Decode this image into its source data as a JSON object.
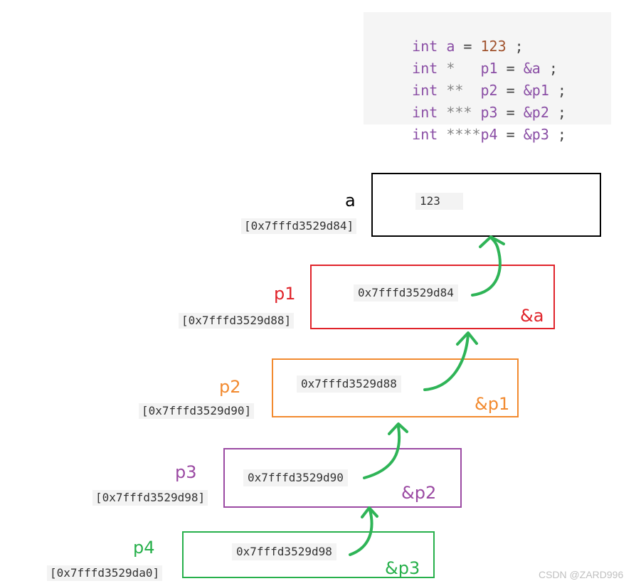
{
  "code": {
    "lines": [
      {
        "kw": "int",
        "ptr": "",
        "sep": " ",
        "var": "a",
        "eq": " = ",
        "rhs": "123",
        "end": " ;"
      },
      {
        "kw": "int",
        "ptr": " *   ",
        "sep": "",
        "var": "p1",
        "eq": " = ",
        "rhs": "&a",
        "end": " ;"
      },
      {
        "kw": "int",
        "ptr": " **  ",
        "sep": "",
        "var": "p2",
        "eq": " = ",
        "rhs": "&p1",
        "end": " ;"
      },
      {
        "kw": "int",
        "ptr": " *** ",
        "sep": "",
        "var": "p3",
        "eq": " = ",
        "rhs": "&p2",
        "end": " ;"
      },
      {
        "kw": "int",
        "ptr": " ****",
        "sep": "",
        "var": "p4",
        "eq": " = ",
        "rhs": "&p3",
        "end": " ;"
      }
    ]
  },
  "nodes": [
    {
      "name": "a",
      "address": "[0x7fffd3529d84]",
      "value": "123",
      "ref": "",
      "color": "#000000"
    },
    {
      "name": "p1",
      "address": "[0x7fffd3529d88]",
      "value": "0x7fffd3529d84",
      "ref": "&a",
      "color": "#e0232a"
    },
    {
      "name": "p2",
      "address": "[0x7fffd3529d90]",
      "value": "0x7fffd3529d88",
      "ref": "&p1",
      "color": "#f28a2f"
    },
    {
      "name": "p3",
      "address": "[0x7fffd3529d98]",
      "value": "0x7fffd3529d90",
      "ref": "&p2",
      "color": "#9b4aa3"
    },
    {
      "name": "p4",
      "address": "[0x7fffd3529da0]",
      "value": "0x7fffd3529d98",
      "ref": "&p3",
      "color": "#27b04b"
    }
  ],
  "arrow_color": "#2fb457",
  "watermark": "CSDN @ZARD996"
}
